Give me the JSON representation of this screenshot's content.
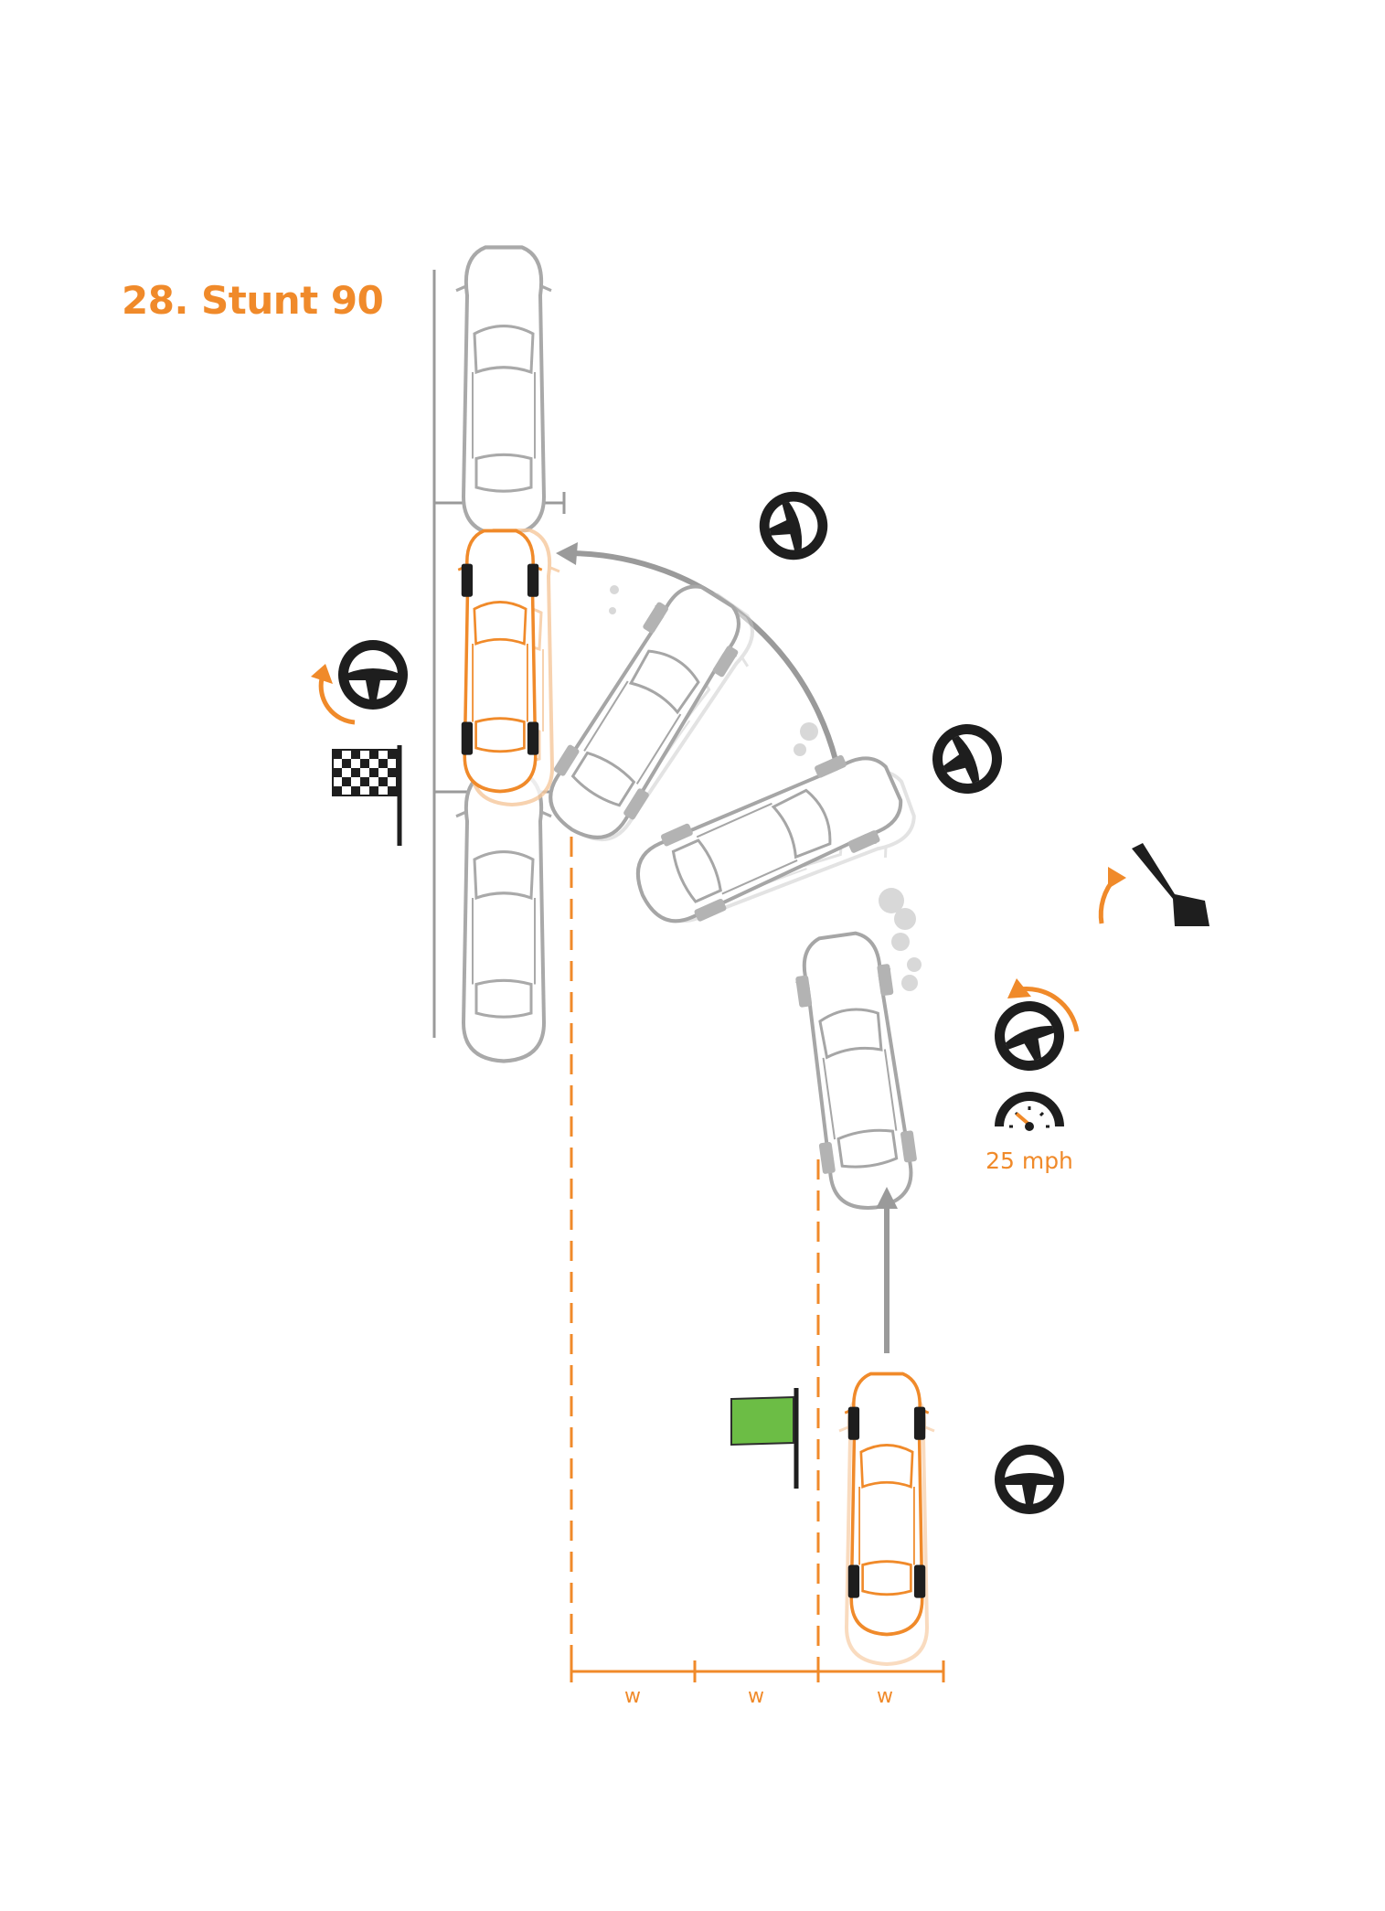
{
  "title": "28. Stunt 90",
  "speed": {
    "label": "25 mph",
    "icon": "speedometer-icon"
  },
  "measure": {
    "labels": [
      "w",
      "w",
      "w"
    ]
  },
  "flags": {
    "start": "green-flag-icon",
    "finish": "checkered-flag-icon"
  },
  "icons": [
    "steering-wheel-icon",
    "handbrake-lever-icon",
    "rotate-arrow-icon",
    "speedometer-icon"
  ],
  "colors": {
    "accent": "#f08a2a",
    "parked_car": "#a9a9a9",
    "icon_dark": "#1e1e1e",
    "green_flag": "#6cbd45"
  }
}
